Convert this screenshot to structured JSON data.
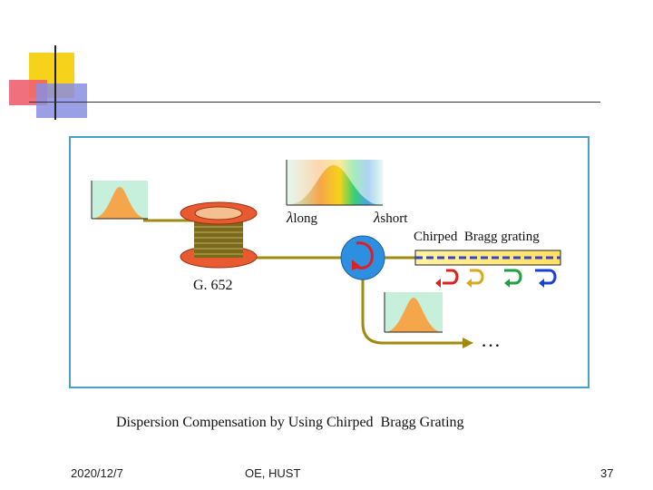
{
  "slide": {
    "diagram": {
      "lambda_symbol": "λ",
      "label_long": "long",
      "label_short": "short",
      "label_grating": "Chirped  Bragg grating",
      "label_fiber": "G. 652",
      "ellipsis": "…"
    },
    "caption": "Dispersion Compensation by Using Chirped  Bragg Grating",
    "footer": {
      "date": "2020/12/7",
      "org": "OE, HUST",
      "page": "37"
    }
  },
  "colors": {
    "accent_yellow": "#f7d21a",
    "accent_red": "#f06070",
    "accent_blue": "#3a40c8",
    "frame_border": "#4aa0c8",
    "fiber_line": "#a08a10",
    "pulse_fill": "#f5a64a",
    "pulse_bg": "#c6f0dc",
    "circulator": "#2c8fe0"
  },
  "icons": [
    "circulator-arrow-icon",
    "reflection-arrow-red-icon",
    "reflection-arrow-yellow-icon",
    "reflection-arrow-green-icon",
    "reflection-arrow-blue-icon",
    "fiber-spool-icon"
  ]
}
